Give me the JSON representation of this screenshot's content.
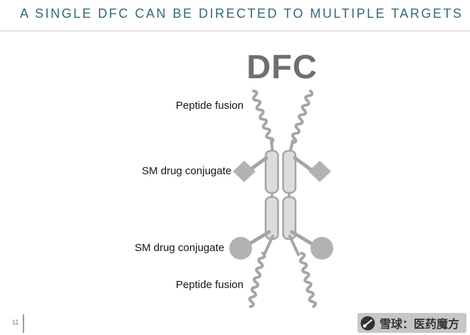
{
  "slide": {
    "title": "A SINGLE DFC CAN BE DIRECTED TO MULTIPLE TARGETS",
    "page_number": "11"
  },
  "diagram": {
    "heading": "DFC",
    "labels": [
      {
        "text": "Peptide fusion"
      },
      {
        "text": "SM drug conjugate"
      },
      {
        "text": "SM drug conjugate"
      },
      {
        "text": "Peptide fusion"
      }
    ]
  },
  "watermark": {
    "logo_icon": "xueqiu-logo",
    "text": "雪球：医药魔方"
  },
  "colors": {
    "title_teal": "#2b6d7a",
    "structure_gray": "#a5a5a5",
    "shape_fill_gray": "#b2b2b2",
    "rect_fill_gray": "#dcdcdc",
    "heading_gray": "#6f6f6f"
  }
}
